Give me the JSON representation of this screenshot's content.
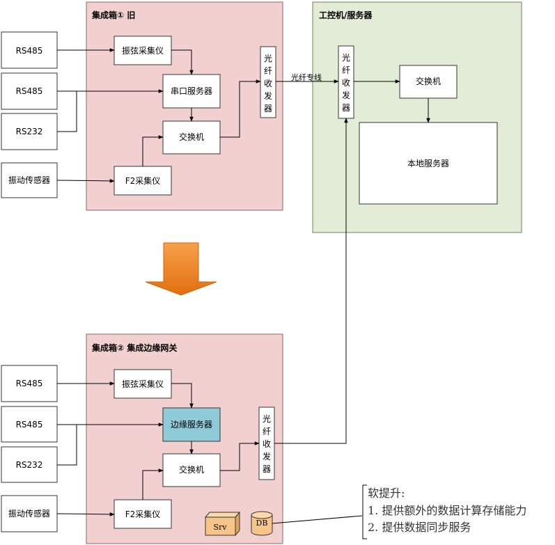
{
  "colors": {
    "box_fill": "#f2d0d0",
    "box_stroke": "#8a6a6a",
    "server_zone_fill": "#e3ecd6",
    "server_zone_stroke": "#6e7f5c",
    "edge_server_fill": "#8fcad8",
    "arrow_fill": "#f08a1e",
    "cylinder_fill": "#f7c48a"
  },
  "box1": {
    "title": "集成箱① 旧",
    "inputs": [
      "RS485",
      "RS485",
      "RS232",
      "振动传感器"
    ],
    "vibrating_collector": "振弦采集仪",
    "serial_server": "串口服务器",
    "switch": "交换机",
    "f2_collector": "F2采集仪",
    "fiber": [
      "光",
      "纤",
      "收",
      "发",
      "器"
    ]
  },
  "server_zone": {
    "title": "工控机/服务器",
    "fiber": [
      "光",
      "纤",
      "收",
      "发",
      "器"
    ],
    "switch": "交换机",
    "local_server": "本地服务器"
  },
  "link_label": "光纤专线",
  "box2": {
    "title": "集成箱② 集成边缘网关",
    "inputs": [
      "RS485",
      "RS485",
      "RS232",
      "振动传感器"
    ],
    "vibrating_collector": "振弦采集仪",
    "edge_server": "边缘服务器",
    "switch": "交换机",
    "f2_collector": "F2采集仪",
    "fiber": [
      "光",
      "纤",
      "收",
      "发",
      "器"
    ],
    "srv_label": "Srv",
    "db_label": "DB"
  },
  "note": {
    "title": "软提升:",
    "lines": [
      "1. 提供额外的数据计算存储能力",
      "2. 提供数据同步服务"
    ]
  }
}
